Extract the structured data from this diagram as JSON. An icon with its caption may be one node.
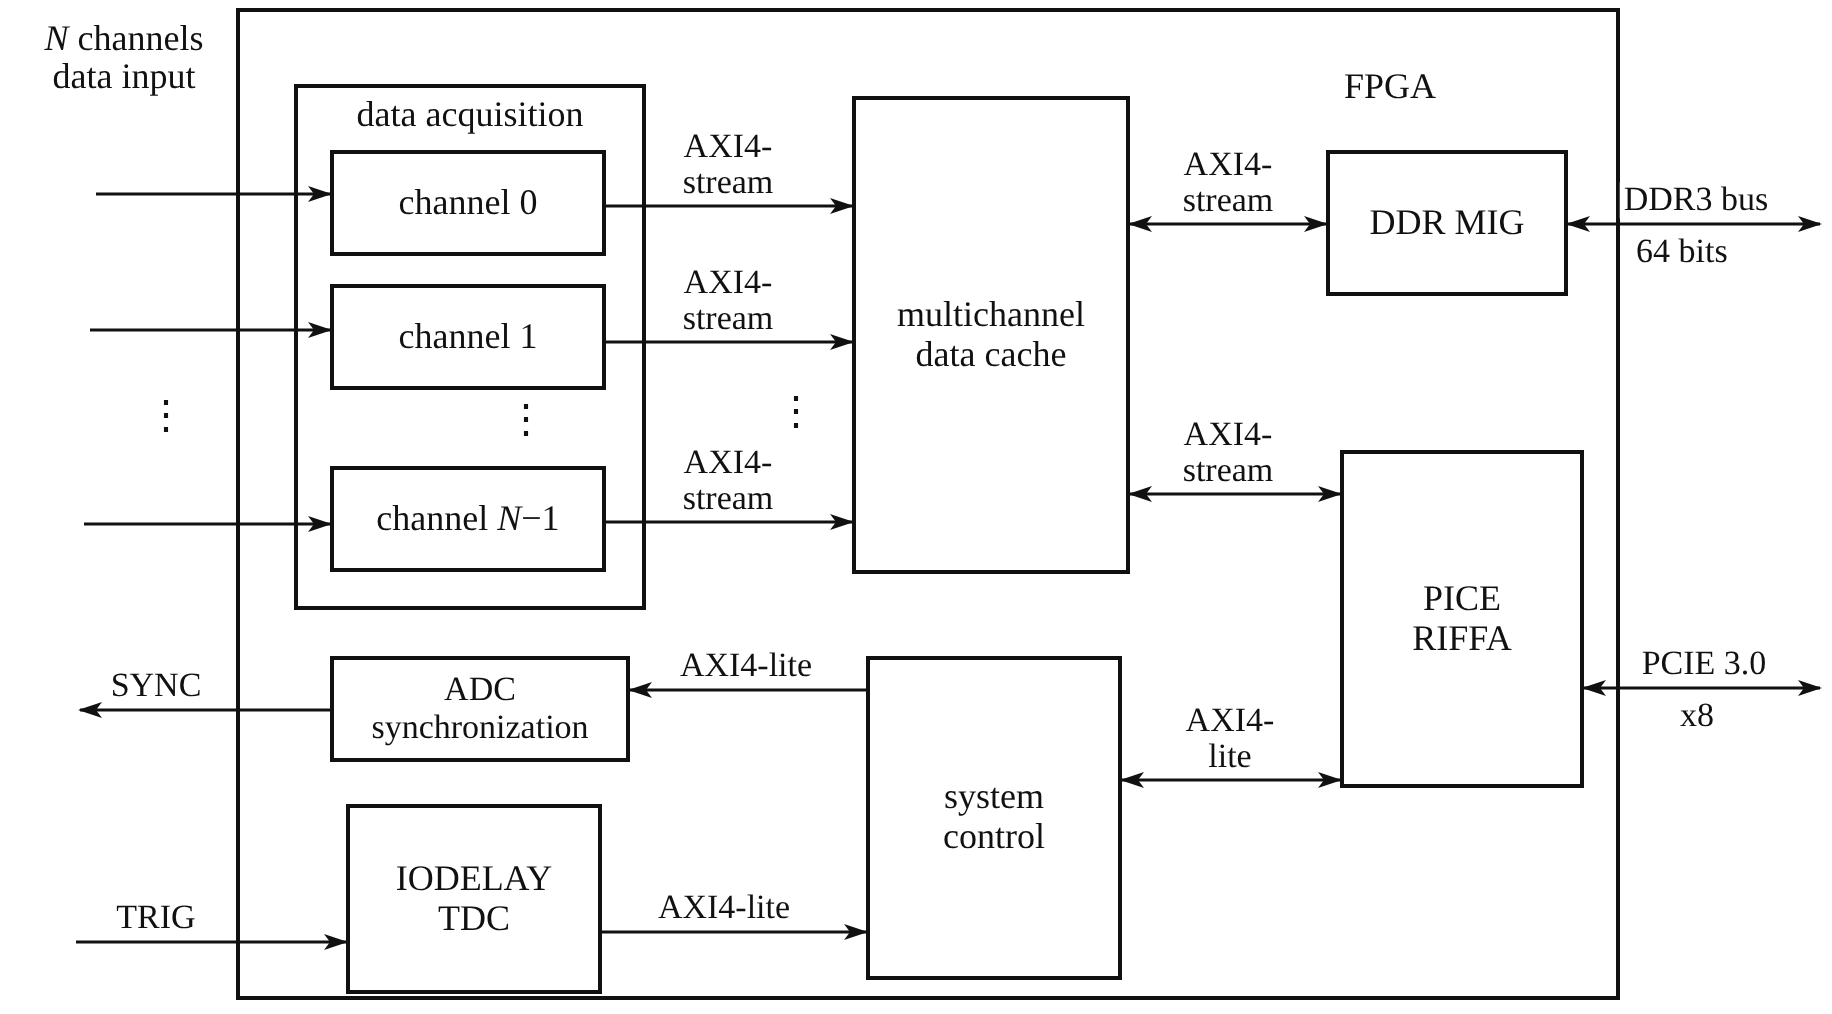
{
  "diagram": {
    "nodes": [
      {
        "text": [
          "FPGA"
        ]
      },
      {
        "text": [
          "data acquisition"
        ],
        "in": 0
      },
      {
        "text": [
          "channel 0"
        ],
        "in": 1
      },
      {
        "text": [
          "channel 1"
        ],
        "in": 1
      },
      {
        "text": [
          "channel *N*−1"
        ],
        "in": 1
      },
      {
        "text": [
          "multichannel data cache"
        ],
        "in": 0
      },
      {
        "text": [
          "DDR MIG"
        ],
        "in": 0
      },
      {
        "text": [
          "PICE RIFFA"
        ],
        "in": 0
      },
      {
        "text": [
          "ADC synchronization"
        ],
        "in": 0
      },
      {
        "text": [
          "system control"
        ],
        "in": 0
      },
      {
        "text": [
          "IODELAY TDC"
        ],
        "in": 0
      }
    ],
    "edges": [
      {
        "from": null,
        "to": 2,
        "arrow": "to"
      },
      {
        "from": null,
        "to": 3,
        "arrow": "to"
      },
      {
        "from": null,
        "to": 4,
        "arrow": "to"
      },
      {
        "from": 2,
        "to": 5,
        "arrow": "to",
        "label": "AXI4- stream"
      },
      {
        "from": 3,
        "to": 5,
        "arrow": "to",
        "label": "AXI4- stream"
      },
      {
        "from": 4,
        "to": 5,
        "arrow": "to",
        "label": "AXI4- stream"
      },
      {
        "from": 5,
        "to": 6,
        "arrow": "both",
        "label": "AXI4- stream"
      },
      {
        "from": 6,
        "to": null,
        "arrow": "both",
        "label": "DDR3 bus"
      },
      {
        "from": 5,
        "to": 7,
        "arrow": "both",
        "label": "AXI4- stream"
      },
      {
        "from": 7,
        "to": null,
        "arrow": "both",
        "label": "PCIE 3.0"
      },
      {
        "from": 9,
        "to": 8,
        "arrow": "to",
        "label": "AXI4-lite"
      },
      {
        "from": 8,
        "to": null,
        "arrow": "to",
        "label": "SYNC"
      },
      {
        "from": null,
        "to": 10,
        "arrow": "to",
        "label": "TRIG"
      },
      {
        "from": 10,
        "to": 9,
        "arrow": "to",
        "label": "AXI4-lite"
      },
      {
        "from": 9,
        "to": 7,
        "arrow": "both",
        "label": "AXI4- lite"
      }
    ],
    "labels": [
      "*N* channels data input",
      "⋮",
      "⋮",
      "⋮",
      "64 bits",
      "x8"
    ]
  }
}
